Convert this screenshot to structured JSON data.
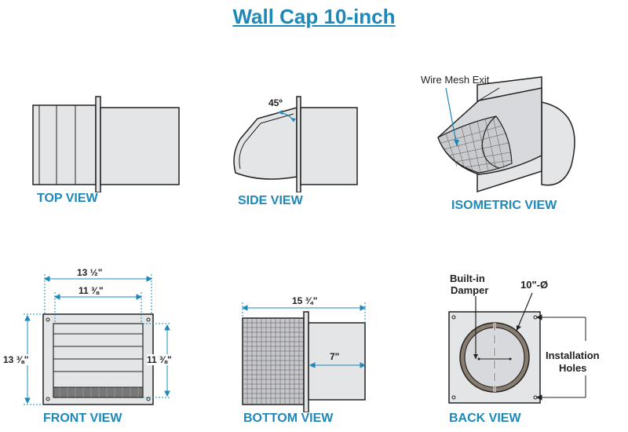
{
  "title": "Wall Cap 10-inch",
  "views": {
    "top": "TOP VIEW",
    "side": "SIDE VIEW",
    "isometric": "ISOMETRIC VIEW",
    "front": "FRONT VIEW",
    "bottom": "BOTTOM VIEW",
    "back": "BACK VIEW"
  },
  "annotations": {
    "angle": "45º",
    "wire_mesh": "Wire Mesh Exit",
    "built_in_damper": [
      "Built-in",
      "Damper"
    ],
    "diameter": "10\"-Ø",
    "installation_holes": [
      "Installation",
      "Holes"
    ]
  },
  "dimensions": {
    "front_outer_width": "13 ½\"",
    "front_inner_width": "11 ⅜\"",
    "front_outer_height": "13 ⅜\"",
    "front_inner_height": "11 ⅜\"",
    "bottom_length": "15 ¾\"",
    "bottom_duct": "7\""
  },
  "colors": {
    "accent": "#1e88b8",
    "fill": "#e4e5e7",
    "damper": "#8a7d70",
    "line": "#222222"
  }
}
